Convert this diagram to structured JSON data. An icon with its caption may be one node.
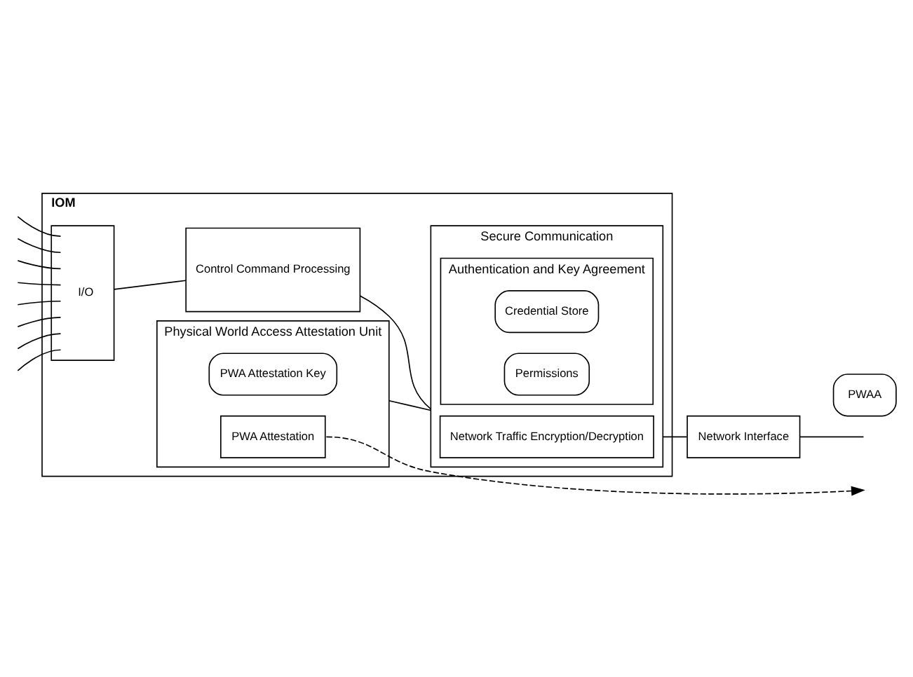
{
  "diagram": {
    "nodes": [
      {
        "text": [
          "IOM"
        ]
      },
      {
        "text": [
          "Physical World Access Attestation Unit"
        ],
        "in": 0
      },
      {
        "text": [
          "PWA Attestation Key"
        ],
        "in": 1
      },
      {
        "text": [
          "PWA Attestation"
        ],
        "in": 1
      },
      {
        "text": [
          "Secure Communication"
        ],
        "in": 0
      },
      {
        "text": [
          "Network Traffic Encryption/Decryption"
        ],
        "in": 4
      },
      {
        "text": [
          "Authentication and Key Agreement"
        ],
        "in": 4
      },
      {
        "text": [
          "Credential Store"
        ],
        "in": 6
      },
      {
        "text": [
          "Permissions"
        ],
        "in": 6
      },
      {
        "text": [
          "Control Command Processing"
        ],
        "in": 0
      },
      {
        "text": [
          "I/O"
        ],
        "in": 0
      },
      {
        "text": [
          "Network Interface"
        ]
      },
      {
        "text": [
          "PWAA"
        ]
      }
    ],
    "edges": [
      {
        "from": 1,
        "to": 4,
        "arrow": "none"
      },
      {
        "from": null,
        "to": 10,
        "arrow": "none"
      },
      {
        "from": null,
        "to": 10,
        "arrow": "none"
      },
      {
        "from": null,
        "to": 10,
        "arrow": "none"
      },
      {
        "from": null,
        "to": 10,
        "arrow": "none"
      },
      {
        "from": null,
        "to": 10,
        "arrow": "none"
      },
      {
        "from": null,
        "to": 10,
        "arrow": "none"
      },
      {
        "from": null,
        "to": 10,
        "arrow": "none"
      },
      {
        "from": null,
        "to": 10,
        "arrow": "none"
      },
      {
        "from": 10,
        "to": 9,
        "arrow": "none"
      },
      {
        "from": 9,
        "to": 4,
        "arrow": "none"
      },
      {
        "from": 4,
        "to": 11,
        "arrow": "none"
      },
      {
        "from": 11,
        "to": null,
        "arrow": "none"
      },
      {
        "from": 3,
        "to": null,
        "arrow": "to",
        "style": "dashed"
      }
    ]
  }
}
